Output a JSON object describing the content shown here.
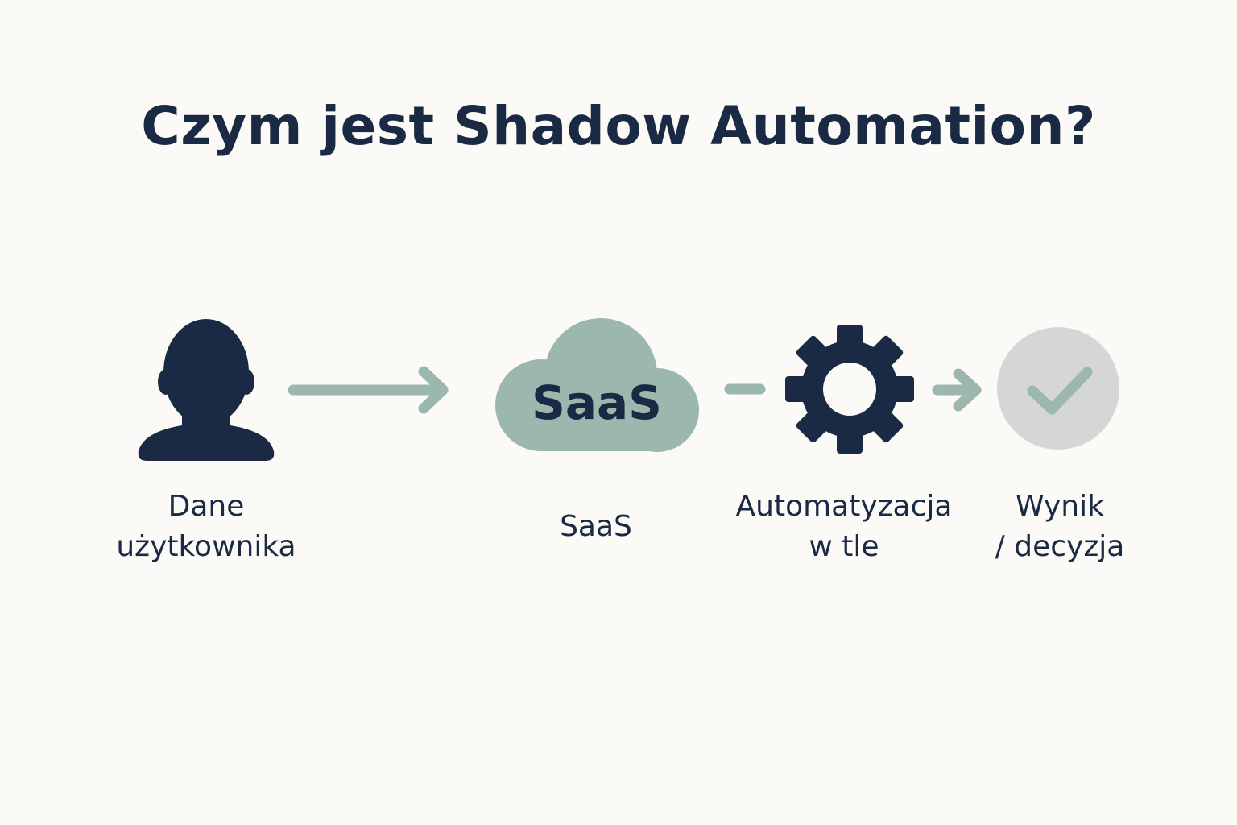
{
  "title": "Czym jest Shadow Automation?",
  "colors": {
    "background": "#fcfaf6",
    "primary": "#1b2a44",
    "accent": "#9cb8ae",
    "neutral": "#d5d6d5"
  },
  "nodes": [
    {
      "icon": "user-silhouette-icon",
      "label_lines": [
        "Dane",
        "użytkownika"
      ]
    },
    {
      "icon": "cloud-icon",
      "icon_text": "SaaS",
      "label_lines": [
        "SaaS"
      ]
    },
    {
      "icon": "gear-icon",
      "label_lines": [
        "Automatyzacja",
        "w tle"
      ]
    },
    {
      "icon": "checkmark-circle-icon",
      "label_lines": [
        "Wynik",
        "/ decyzja"
      ]
    }
  ],
  "connectors": [
    {
      "from": "Dane użytkownika",
      "to": "SaaS",
      "style": "arrow"
    },
    {
      "from": "SaaS",
      "to": "Automatyzacja w tle",
      "style": "line"
    },
    {
      "from": "Automatyzacja w tle",
      "to": "Wynik / decyzja",
      "style": "arrow"
    }
  ]
}
